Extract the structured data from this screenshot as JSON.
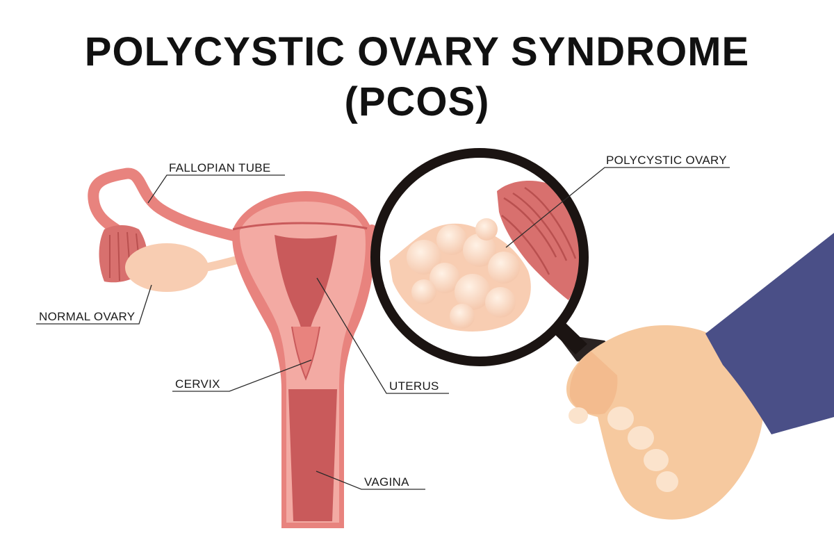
{
  "title": {
    "line1": "POLYCYSTIC OVARY SYNDROME",
    "line2": "(PCOS)"
  },
  "labels": {
    "fallopian_tube": "FALLOPIAN TUBE",
    "normal_ovary": "NORMAL OVARY",
    "cervix": "CERVIX",
    "uterus": "UTERUS",
    "vagina": "VAGINA",
    "polycystic_ovary": "POLYCYSTIC OVARY"
  },
  "colors": {
    "uterus_outer": "#e8837e",
    "uterus_inner": "#f3aaa3",
    "cavity": "#c95a5b",
    "fimbriae": "#d8706e",
    "ovary": "#f8cdb2",
    "cyst": "#fde2cf",
    "magnifier_ring": "#1b1412",
    "handle": "#2a2322",
    "skin": "#f6c99f",
    "nail": "#fbe3cc",
    "sleeve": "#4a4f87",
    "leader_line": "#2b2b2b"
  }
}
